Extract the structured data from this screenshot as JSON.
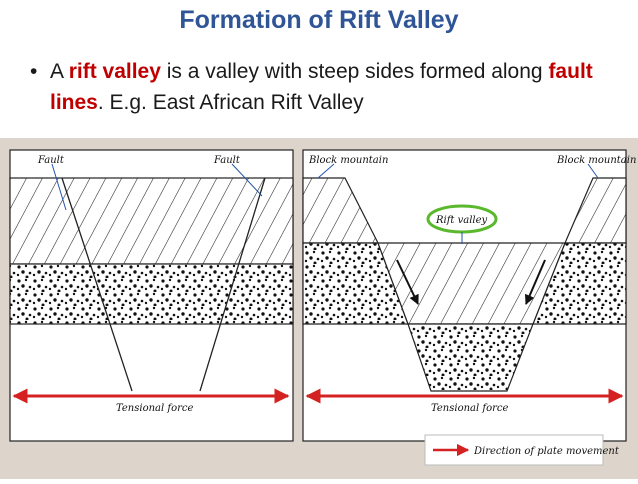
{
  "slide": {
    "title": "Formation of Rift Valley",
    "bullet_marker": "•",
    "bullet": {
      "part1": "A ",
      "highlight1": "rift valley",
      "part2": " is a valley with steep sides formed along ",
      "highlight2": "fault lines",
      "part3": ".  E.g. East African Rift Valley"
    },
    "accent_color": "#c00000",
    "title_color": "#2f5596"
  },
  "diagram": {
    "left_panel": {
      "fault_label_left": "Fault",
      "fault_label_right": "Fault",
      "force_label": "Tensional force"
    },
    "right_panel": {
      "block_label_left": "Block mountain",
      "block_label_right": "Block mountain",
      "valley_label": "Rift valley",
      "force_label": "Tensional force"
    },
    "legend": {
      "text": "Direction of plate movement"
    }
  }
}
